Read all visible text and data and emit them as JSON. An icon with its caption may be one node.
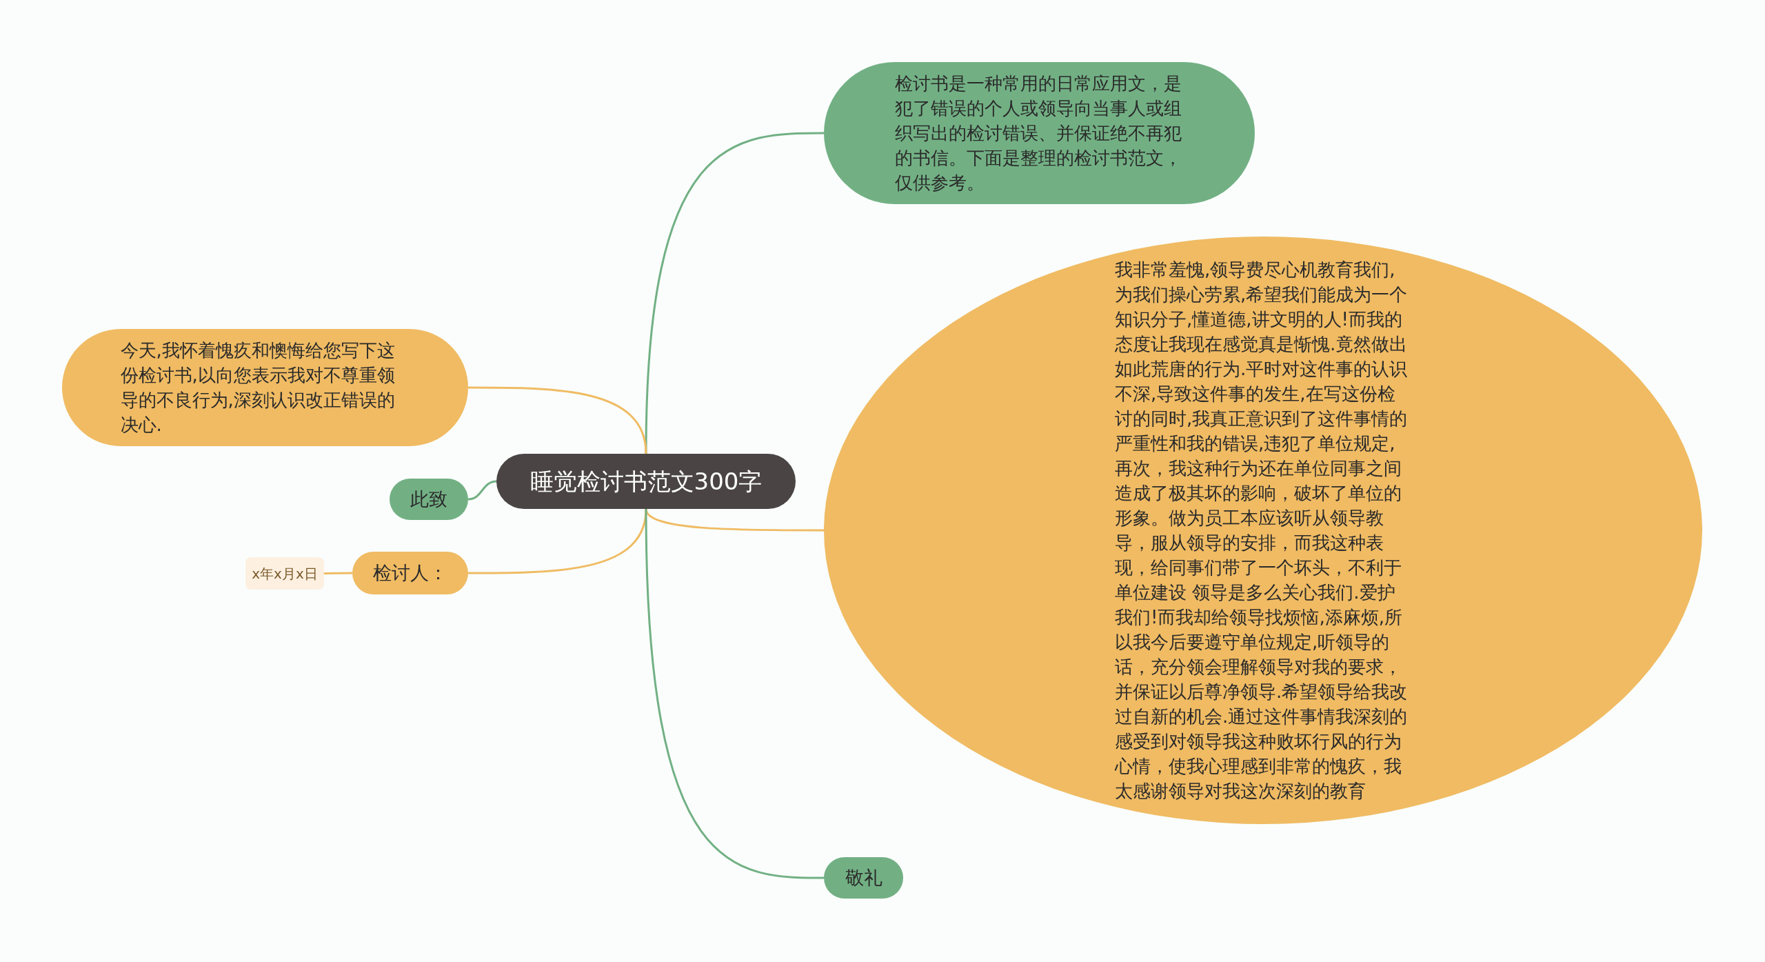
{
  "diagram": {
    "nodes": [
      {
        "text": [
          "睡觉检讨书范文300字"
        ]
      },
      {
        "text": [
          "检讨书是一种常用的日常应用文，是犯了错误的个人或领导向当事人或组织写出的检讨错误、并保证绝不再犯的书信。下面是整理的检讨书范文，仅供参考。"
        ]
      },
      {
        "text": [
          "今天,我怀着愧疚和懊悔给您写下这份检讨书,以向您表示我对不尊重领导的不良行为,深刻认识改正错误的决心."
        ]
      },
      {
        "text": [
          "此致"
        ]
      },
      {
        "text": [
          "检讨人："
        ]
      },
      {
        "text": [
          "x年x月x日"
        ]
      },
      {
        "text": [
          "我非常羞愧,领导费尽心机教育我们,为我们操心劳累,希望我们能成为一个知识分子,懂道德,讲文明的人!而我的态度让我现在感觉真是惭愧.竟然做出如此荒唐的行为.平时对这件事的认识不深,导致这件事的发生,在写这份检讨的同时,我真正意识到了这件事情的严重性和我的错误,违犯了单位规定,再次，我这种行为还在单位同事之间造成了极其坏的影响，破坏了单位的形象。做为员工本应该听从领导教导，服从领导的安排，而我这种表现，给同事们带了一个坏头，不利于单位建设 领导是多么关心我们.爱护我们!而我却给领导找烦恼,添麻烦,所以我今后要遵守单位规定,听领导的话，充分领会理解领导对我的要求，并保证以后尊净领导.希望领导给我改过自新的机会.通过这件事情我深刻的感受到对领导我这种败坏行风的行为心情，使我心理感到非常的愧疚，我太感谢领导对我这次深刻的教育"
        ]
      },
      {
        "text": [
          "敬礼"
        ]
      }
    ],
    "edges": [
      {
        "from": 0,
        "to": 1,
        "arrow": "none",
        "color": "#72b084"
      },
      {
        "from": 0,
        "to": 2,
        "arrow": "none"
      },
      {
        "from": 0,
        "to": 3,
        "arrow": "none",
        "color": "#72b084"
      },
      {
        "from": 0,
        "to": 4,
        "arrow": "none"
      },
      {
        "from": 4,
        "to": 5,
        "arrow": "none"
      },
      {
        "from": 0,
        "to": 6,
        "arrow": "none"
      },
      {
        "from": 0,
        "to": 7,
        "arrow": "none",
        "color": "#72b084"
      }
    ]
  }
}
